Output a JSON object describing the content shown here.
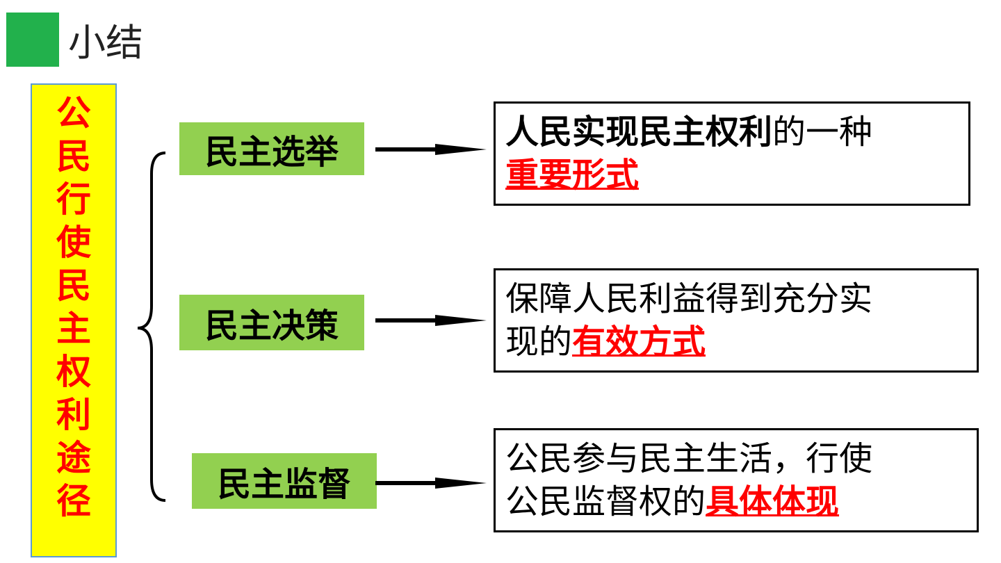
{
  "title": "小结",
  "left_label": [
    "公",
    "民",
    "行",
    "使",
    "民",
    "主",
    "权",
    "利",
    "途",
    "径"
  ],
  "items": [
    {
      "tag": "民主选举",
      "line1_bold": "人民实现民主权利",
      "line1_rest": "的一种",
      "line2_prefix": "",
      "line2_key": "重要形式"
    },
    {
      "tag": "民主决策",
      "line1_bold": "",
      "line1_rest": "保障人民利益得到充分实",
      "line2_prefix": "现的",
      "line2_key": "有效方式"
    },
    {
      "tag": "民主监督",
      "line1_bold": "",
      "line1_rest": "公民参与民主生活，行使",
      "line2_prefix": "公民监督权的",
      "line2_key": "具体体现"
    }
  ],
  "colors": {
    "title_square": "#22b14c",
    "left_box": "#ffff00",
    "left_text": "#ff0000",
    "tag_bg": "#92d050",
    "key_text": "#ff0000"
  }
}
